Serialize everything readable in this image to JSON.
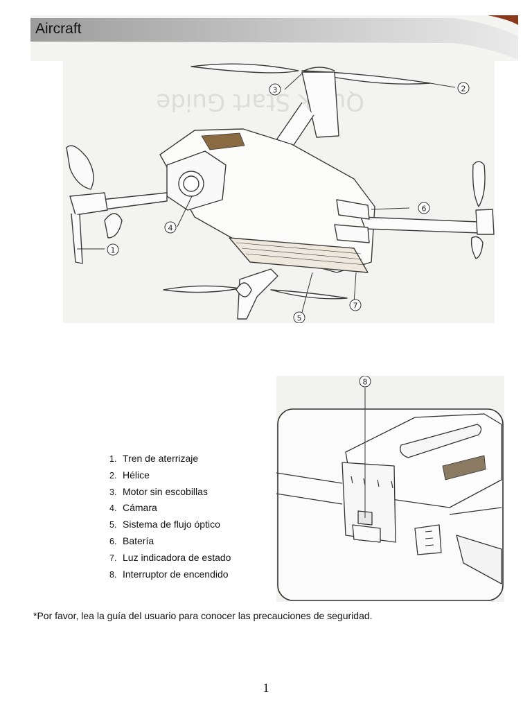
{
  "header": {
    "title": "Aircraft"
  },
  "photo1": {
    "watermark": "Quick Start Guide",
    "callouts": [
      "1",
      "2",
      "3",
      "4",
      "5",
      "6",
      "7"
    ]
  },
  "photo2": {
    "callouts": [
      "8"
    ]
  },
  "parts": [
    {
      "number": "1.",
      "label": "Tren de aterrizaje"
    },
    {
      "number": "2.",
      "label": "Hélice"
    },
    {
      "number": "3.",
      "label": "Motor sin escobillas"
    },
    {
      "number": "4.",
      "label": "Cámara"
    },
    {
      "number": "5.",
      "label": "Sistema de flujo óptico"
    },
    {
      "number": "6.",
      "label": "Batería"
    },
    {
      "number": "7.",
      "label": "Luz indicadora de estado"
    },
    {
      "number": "8.",
      "label": "Interruptor de encendido"
    }
  ],
  "note": "*Por favor, lea la guía del usuario para conocer las precauciones de seguridad.",
  "page_number": "1"
}
